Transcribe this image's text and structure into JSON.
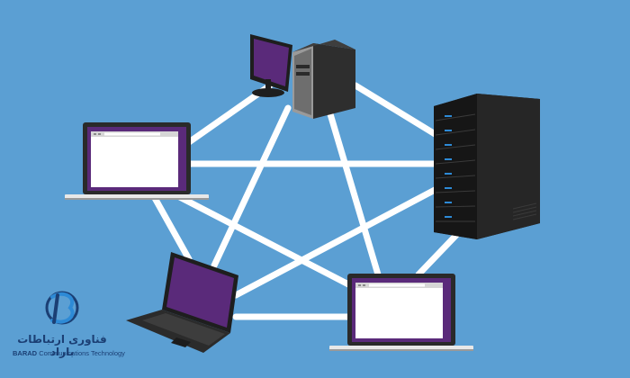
{
  "colors": {
    "background": "#5b9fd3",
    "link": "#ffffff",
    "screen_purple": "#5a2a7a",
    "device_dark": "#2c2c2c",
    "server_led": "#2d8ad6",
    "logo_blue": "#1b3f74"
  },
  "icons": [
    "desktop-computer-icon",
    "rack-server-icon",
    "laptop-icon",
    "open-laptop-icon",
    "barad-logo-icon"
  ],
  "logo": {
    "name_fa": "فناوری ارتباطات باراد",
    "brand_en": "BARAD",
    "tagline_en": "Communications Technology"
  }
}
